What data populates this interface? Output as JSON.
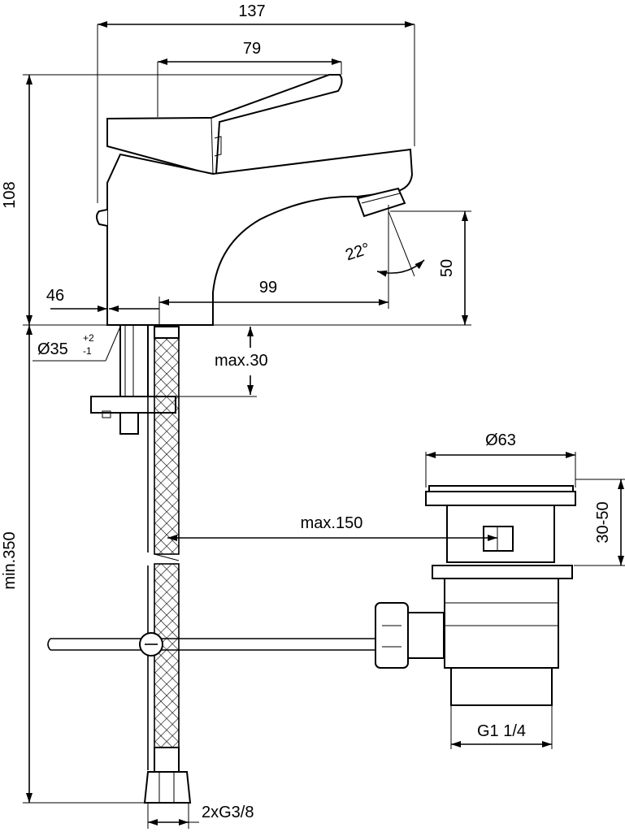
{
  "dimensions": {
    "overall_width": "137",
    "lever_width": "79",
    "height_total": "108",
    "mount_offset": "46",
    "spout_reach": "99",
    "spout_angle": "22°",
    "spout_height": "50",
    "hole_diameter": "Ø35",
    "hole_tol_plus": "+2",
    "hole_tol_minus": "-1",
    "deck_thickness": "max.30",
    "hose_length": "min.350",
    "rod_distance": "max.150",
    "waste_diameter": "Ø63",
    "plug_lift": "30-50",
    "waste_thread": "G1 1/4",
    "hose_thread": "2xG3/8"
  }
}
